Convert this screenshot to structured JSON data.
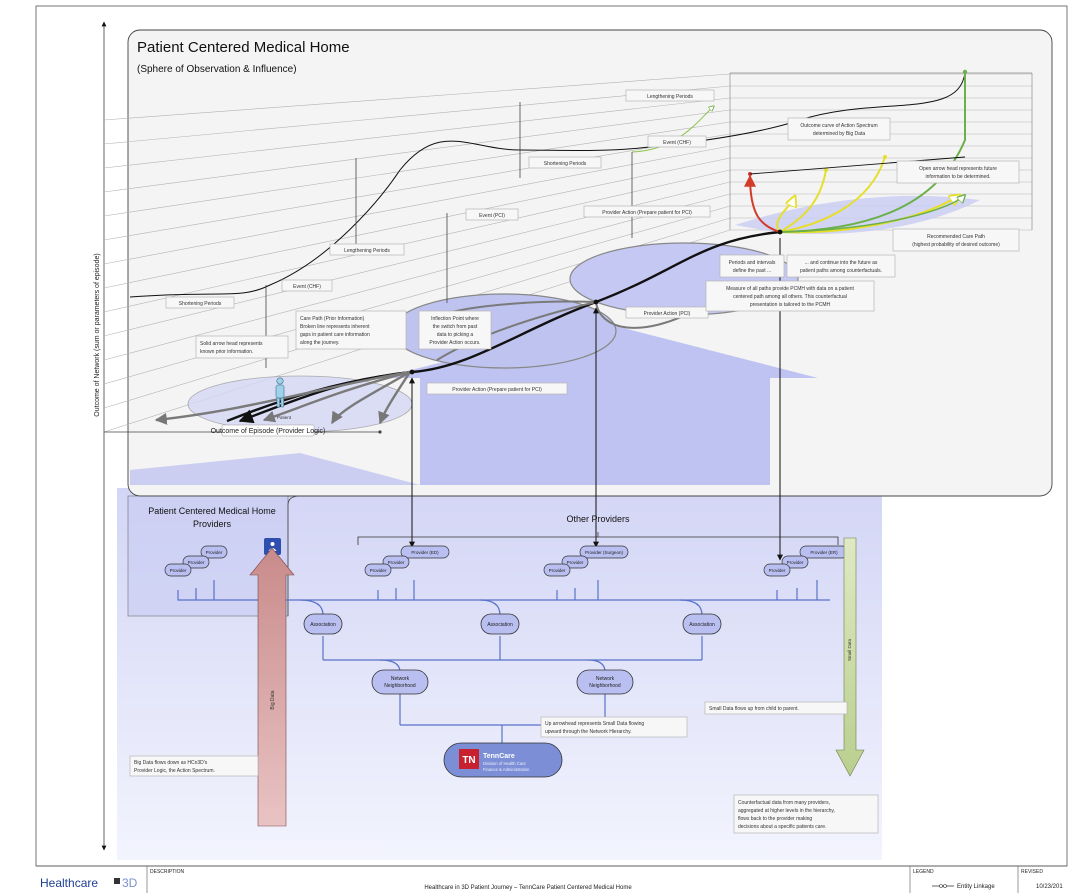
{
  "pcmh": {
    "title": "Patient Centered Medical Home",
    "subtitle": "(Sphere of Observation & Influence)"
  },
  "axes": {
    "y_label": "Outcome of Network (sum or parameters of episode)",
    "x_label": "Outcome of Episode (Provider Logic)"
  },
  "patient_label": "Patient",
  "callouts": {
    "lengthening_top": "Lengthening Periods",
    "outcome_curve": [
      "Outcome curve of Action Spectrum",
      "determined by Big Data"
    ],
    "event_chf_top": "Event (CHF)",
    "shortening_mid": "Shortening Periods",
    "open_arrow": [
      "Open arrow head represents future",
      "information to be determined."
    ],
    "event_pci": "Event (PCI)",
    "provider_action_top": "Provider Action (Prepare patient for PCI)",
    "recommended": [
      "Recommended Care Path",
      "(highest probability of desired outcome)"
    ],
    "lengthening_mid": "Lengthening Periods",
    "periods_past": [
      "Periods and intervals",
      "define the past ..."
    ],
    "continue_future": [
      "... and continue into the future as",
      "patient paths among counterfactuals."
    ],
    "measure": [
      "Measure of all paths provide PCMH with data on a patient",
      "centered path among all others. This counterfactual",
      "presentation is tailored to the PCMH"
    ],
    "event_chf_left": "Event (CHF)",
    "shortening_left": "Shortening Periods",
    "care_path": [
      "Care Path (Prior Information)",
      "Broken line represents inherent",
      "gaps in patient care information",
      "along the journey."
    ],
    "inflection": [
      "Inflection Point where",
      "the switch from past",
      "data to picking a",
      "Provider Action occurs."
    ],
    "provider_action_pci": "Provider Action (PCI)",
    "solid_arrow": [
      "Solid arrow head represents",
      "known prior information."
    ],
    "provider_action_bottom": "Provider Action (Prepare patient for PCI)"
  },
  "network": {
    "pcmh_providers": [
      "Patient Centered Medical Home",
      "Providers"
    ],
    "other_providers": "Other Providers",
    "provider": "Provider",
    "provider_ed": "Provider (ED)",
    "provider_surgeon": "Provider (Surgeon)",
    "provider_er": "Provider (ER)",
    "association": "Association",
    "network_neighborhood": [
      "Network",
      "Neighborhood"
    ],
    "big_data": "Big Data",
    "small_data": "Small Data",
    "big_data_note": [
      "Big Data flows down as HCn3D's",
      "Provider Logic, the Action Spectrum."
    ],
    "small_data_note": "Small Data flows up from child to parent.",
    "up_arrow_note": [
      "Up arrowhead represents Small Data flowing",
      "upward through the Network Hierarchy."
    ],
    "counterfactual_note": [
      "Counterfactual data from many providers,",
      "aggregated at higher levels in the hierarchy,",
      "flows back to the provider making",
      "decisions about a specific patients care."
    ],
    "tenncare_badge": "TN",
    "tenncare_name": "TennCare",
    "tenncare_sub": [
      "Division of Health Care",
      "Finance & Administration"
    ]
  },
  "footer": {
    "brand": "Healthcare",
    "brand_suffix": "3D",
    "description_label": "DESCRIPTION",
    "description": "Healthcare in 3D Patient Journey – TennCare Patient Centered Medical Home",
    "legend_label": "LEGEND",
    "legend_item": "Entity Linkage",
    "revised_label": "REVISED",
    "revised_date": "10/23/201"
  },
  "colors": {
    "purple_fill": "#c9ccf4",
    "node_fill": "#b9bff0",
    "red_arrow": "#d9a3a3",
    "green_arrow": "#c9d9a8",
    "recommended_path": "#6bb04a",
    "tenncare_blue": "#5261a8"
  }
}
